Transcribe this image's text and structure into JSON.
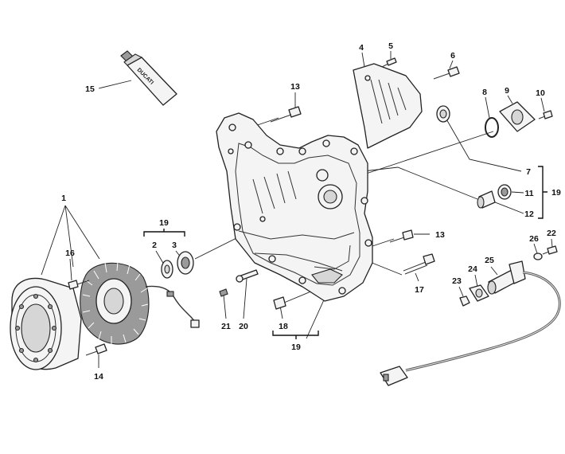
{
  "callouts": [
    {
      "id": "c1",
      "text": "1"
    },
    {
      "id": "c2",
      "text": "2"
    },
    {
      "id": "c3",
      "text": "3"
    },
    {
      "id": "c4",
      "text": "4"
    },
    {
      "id": "c5",
      "text": "5"
    },
    {
      "id": "c6",
      "text": "6"
    },
    {
      "id": "c7",
      "text": "7"
    },
    {
      "id": "c8",
      "text": "8"
    },
    {
      "id": "c9",
      "text": "9"
    },
    {
      "id": "c10",
      "text": "10"
    },
    {
      "id": "c11",
      "text": "11"
    },
    {
      "id": "c12",
      "text": "12"
    },
    {
      "id": "c13a",
      "text": "13"
    },
    {
      "id": "c13b",
      "text": "13"
    },
    {
      "id": "c14",
      "text": "14"
    },
    {
      "id": "c15",
      "text": "15"
    },
    {
      "id": "c16",
      "text": "16"
    },
    {
      "id": "c17",
      "text": "17"
    },
    {
      "id": "c18",
      "text": "18"
    },
    {
      "id": "c19a",
      "text": "19"
    },
    {
      "id": "c19b",
      "text": "19"
    },
    {
      "id": "c19c",
      "text": "19"
    },
    {
      "id": "c20",
      "text": "20"
    },
    {
      "id": "c21",
      "text": "21"
    },
    {
      "id": "c22",
      "text": "22"
    },
    {
      "id": "c23",
      "text": "23"
    },
    {
      "id": "c24",
      "text": "24"
    },
    {
      "id": "c25",
      "text": "25"
    },
    {
      "id": "c26",
      "text": "26"
    }
  ],
  "tube_label": "DUCATI",
  "colors": {
    "ink": "#222222",
    "background": "#ffffff",
    "shade": "#9a9a9a"
  }
}
